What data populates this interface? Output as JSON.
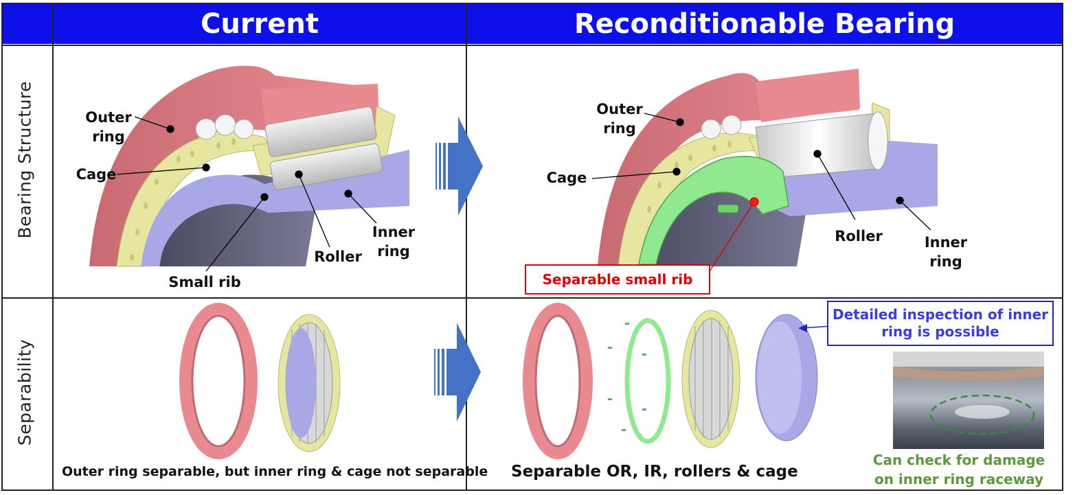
{
  "header": {
    "current": "Current",
    "reconditionable": "Reconditionable Bearing"
  },
  "rows": {
    "structure": "Bearing Structure",
    "separability": "Separability"
  },
  "current_structure": {
    "outer_ring": "Outer ring",
    "cage": "Cage",
    "small_rib": "Small rib",
    "roller": "Roller",
    "inner_ring": "Inner ring"
  },
  "recond_structure": {
    "outer_ring": "Outer ring",
    "cage": "Cage",
    "roller": "Roller",
    "inner_ring": "Inner ring",
    "separable_rib": "Separable small rib"
  },
  "current_separability": {
    "caption": "Outer ring separable, but inner ring & cage not separable"
  },
  "recond_separability": {
    "caption": "Separable OR, IR, rollers & cage",
    "inspection_callout": "Detailed inspection of inner ring is possible",
    "damage_caption": "Can check for damage on inner ring raceway"
  },
  "colors": {
    "header_bg": "#0d10e8",
    "outer_ring": "#e88a90",
    "cage": "#e6e6a0",
    "inner_ring": "#a8a8e6",
    "roller": "#d9d9d9",
    "separable_rib": "#90e890",
    "arrow": "#4472c4"
  },
  "icons": [
    "arrow-right-icon"
  ]
}
